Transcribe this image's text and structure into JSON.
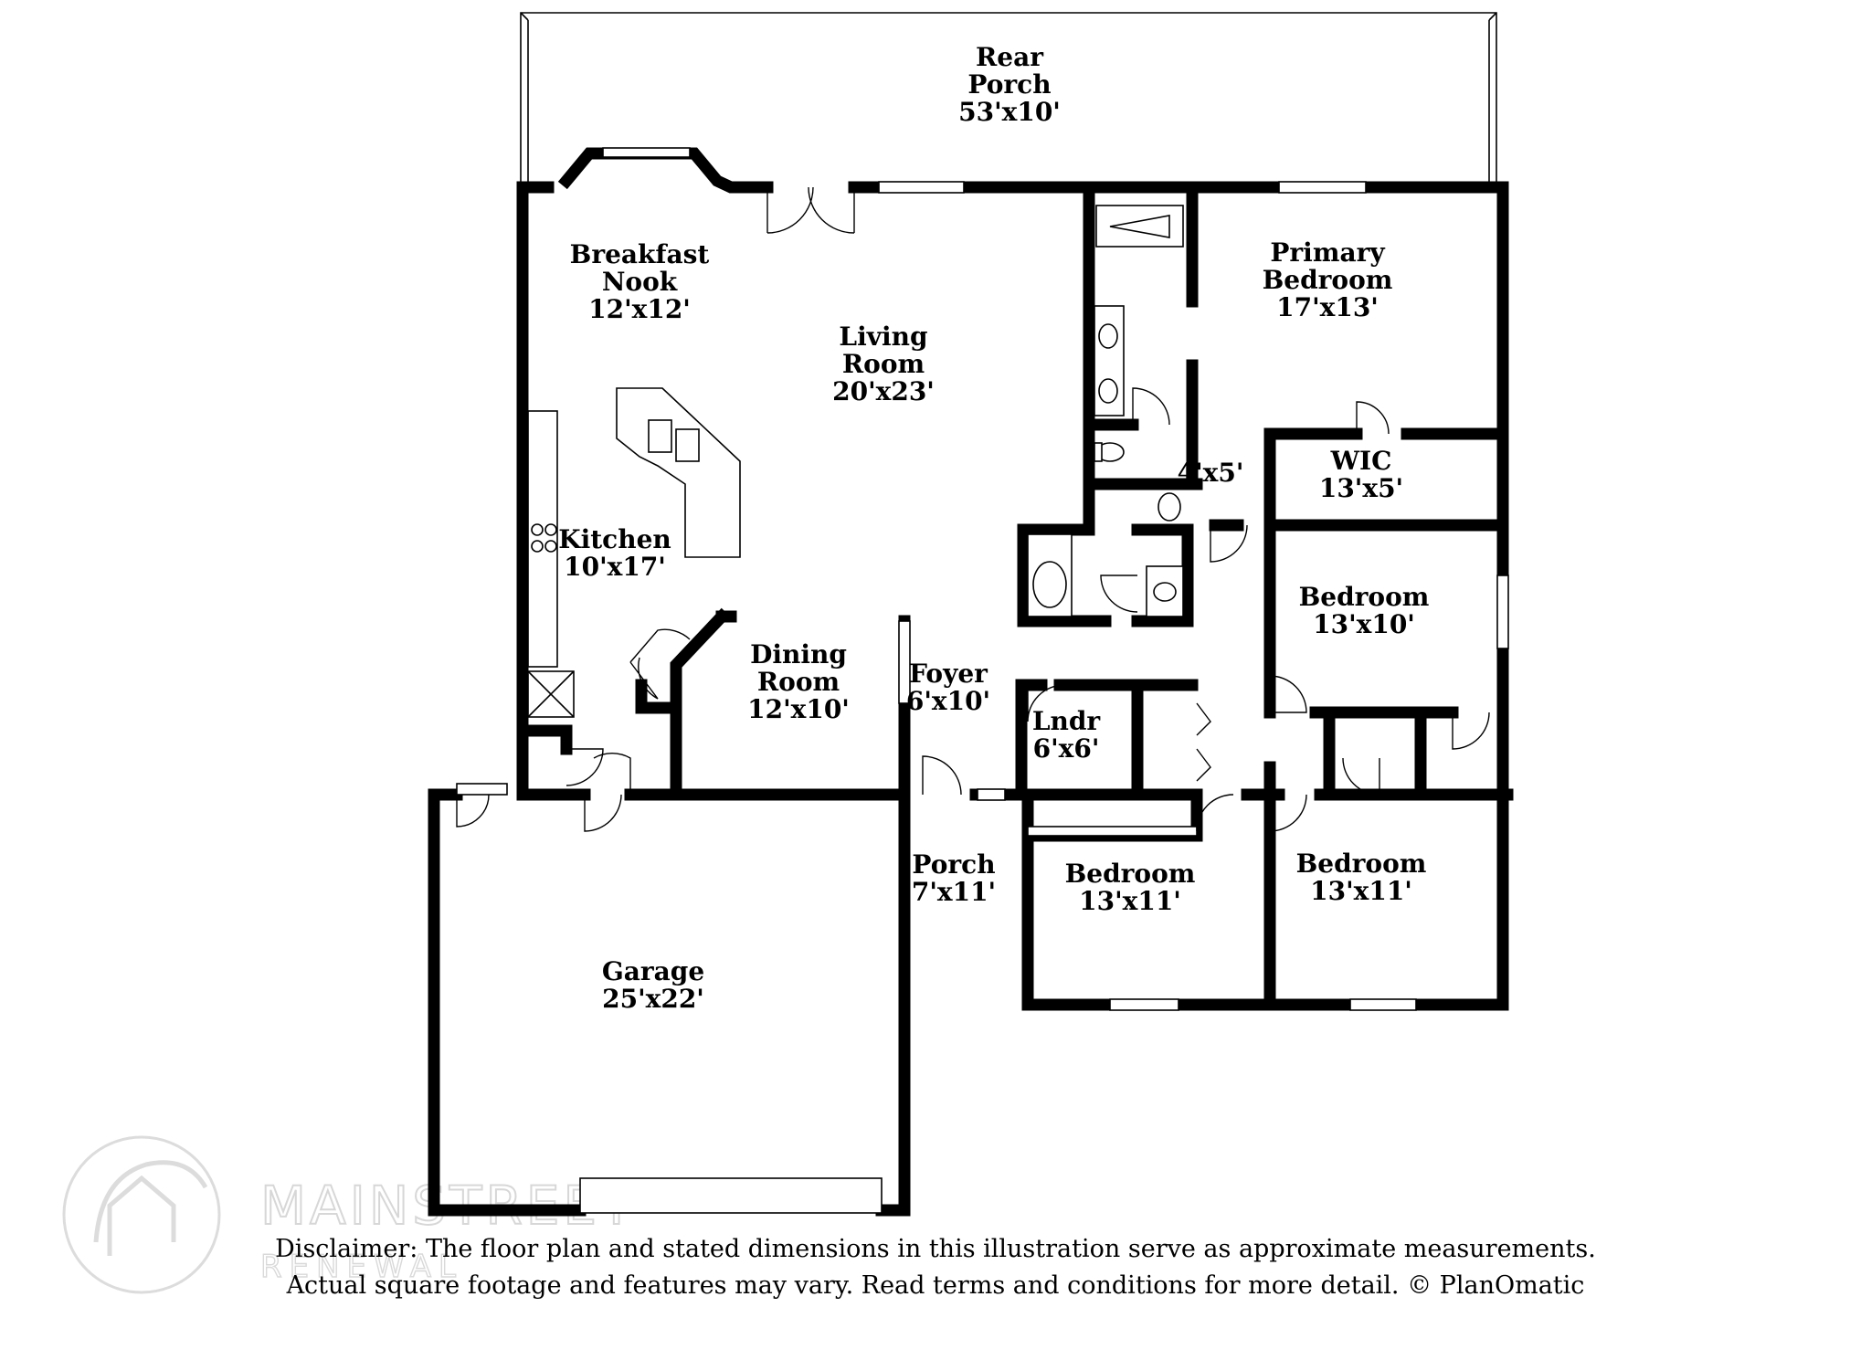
{
  "rooms": [
    {
      "id": "rear-porch",
      "lines": [
        "Rear",
        "Porch",
        "53'x10'"
      ]
    },
    {
      "id": "breakfast-nook",
      "lines": [
        "Breakfast",
        "Nook",
        "12'x12'"
      ]
    },
    {
      "id": "living-room",
      "lines": [
        "Living",
        "Room",
        "20'x23'"
      ]
    },
    {
      "id": "primary-bedroom",
      "lines": [
        "Primary",
        "Bedroom",
        "17'x13'"
      ]
    },
    {
      "id": "kitchen",
      "lines": [
        "Kitchen",
        "10'x17'"
      ]
    },
    {
      "id": "closet-4x5",
      "lines": [
        "4'x5'"
      ]
    },
    {
      "id": "wic",
      "lines": [
        "WIC",
        "13'x5'"
      ]
    },
    {
      "id": "bedroom-2",
      "lines": [
        "Bedroom",
        "13'x10'"
      ]
    },
    {
      "id": "dining-room",
      "lines": [
        "Dining",
        "Room",
        "12'x10'"
      ]
    },
    {
      "id": "foyer",
      "lines": [
        "Foyer",
        "6'x10'"
      ]
    },
    {
      "id": "laundry",
      "lines": [
        "Lndr",
        "6'x6'"
      ]
    },
    {
      "id": "porch",
      "lines": [
        "Porch",
        "7'x11'"
      ]
    },
    {
      "id": "bedroom-3",
      "lines": [
        "Bedroom",
        "13'x11'"
      ]
    },
    {
      "id": "bedroom-4",
      "lines": [
        "Bedroom",
        "13'x11'"
      ]
    },
    {
      "id": "garage",
      "lines": [
        "Garage",
        "25'x22'"
      ]
    }
  ],
  "watermark": {
    "brand": "MAINSTREET",
    "sub": "RENEWAL"
  },
  "disclaimer": {
    "line1": "Disclaimer: The floor plan and stated dimensions in this illustration serve as approximate measurements.",
    "line2": "Actual square footage and features may vary. Read terms and conditions for more detail. © PlanOmatic"
  }
}
